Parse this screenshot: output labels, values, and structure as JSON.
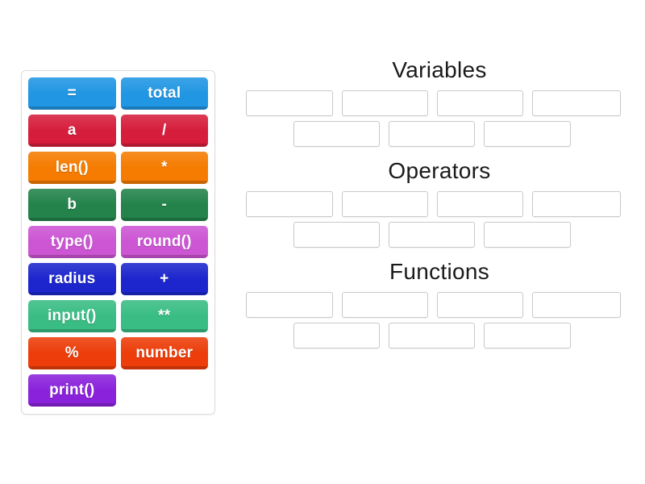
{
  "activity": {
    "type": "group-sort",
    "colors": {
      "azure": "#2196e3",
      "crimson": "#d61e3c",
      "orange": "#f57c00",
      "green": "#23834a",
      "orchid": "#cc55d4",
      "blue": "#1c26cc",
      "mint": "#39bd84",
      "red_orange": "#ec3d0a",
      "violet": "#8a22db",
      "zone_border": "#c9c9c9",
      "tray_border": "#dcdcdc",
      "heading_text": "#1a1a1a",
      "background": "#ffffff"
    }
  },
  "tray": {
    "tiles": [
      {
        "label": "=",
        "color": "#2196e3"
      },
      {
        "label": "total",
        "color": "#2196e3"
      },
      {
        "label": "a",
        "color": "#d61e3c"
      },
      {
        "label": "/",
        "color": "#d61e3c"
      },
      {
        "label": "len()",
        "color": "#f57c00"
      },
      {
        "label": "*",
        "color": "#f57c00"
      },
      {
        "label": "b",
        "color": "#23834a"
      },
      {
        "label": "-",
        "color": "#23834a"
      },
      {
        "label": "type()",
        "color": "#cc55d4"
      },
      {
        "label": "round()",
        "color": "#cc55d4"
      },
      {
        "label": "radius",
        "color": "#1c26cc"
      },
      {
        "label": "+",
        "color": "#1c26cc"
      },
      {
        "label": "input()",
        "color": "#39bd84"
      },
      {
        "label": "**",
        "color": "#39bd84"
      },
      {
        "label": "%",
        "color": "#ec3d0a"
      },
      {
        "label": "number",
        "color": "#ec3d0a"
      },
      {
        "label": "print()",
        "color": "#8a22db"
      }
    ]
  },
  "categories": [
    {
      "title": "Variables",
      "row1": [
        "",
        "",
        "",
        ""
      ],
      "row2": [
        "",
        "",
        ""
      ]
    },
    {
      "title": "Operators",
      "row1": [
        "",
        "",
        "",
        ""
      ],
      "row2": [
        "",
        "",
        ""
      ]
    },
    {
      "title": "Functions",
      "row1": [
        "",
        "",
        "",
        ""
      ],
      "row2": [
        "",
        "",
        ""
      ]
    }
  ]
}
